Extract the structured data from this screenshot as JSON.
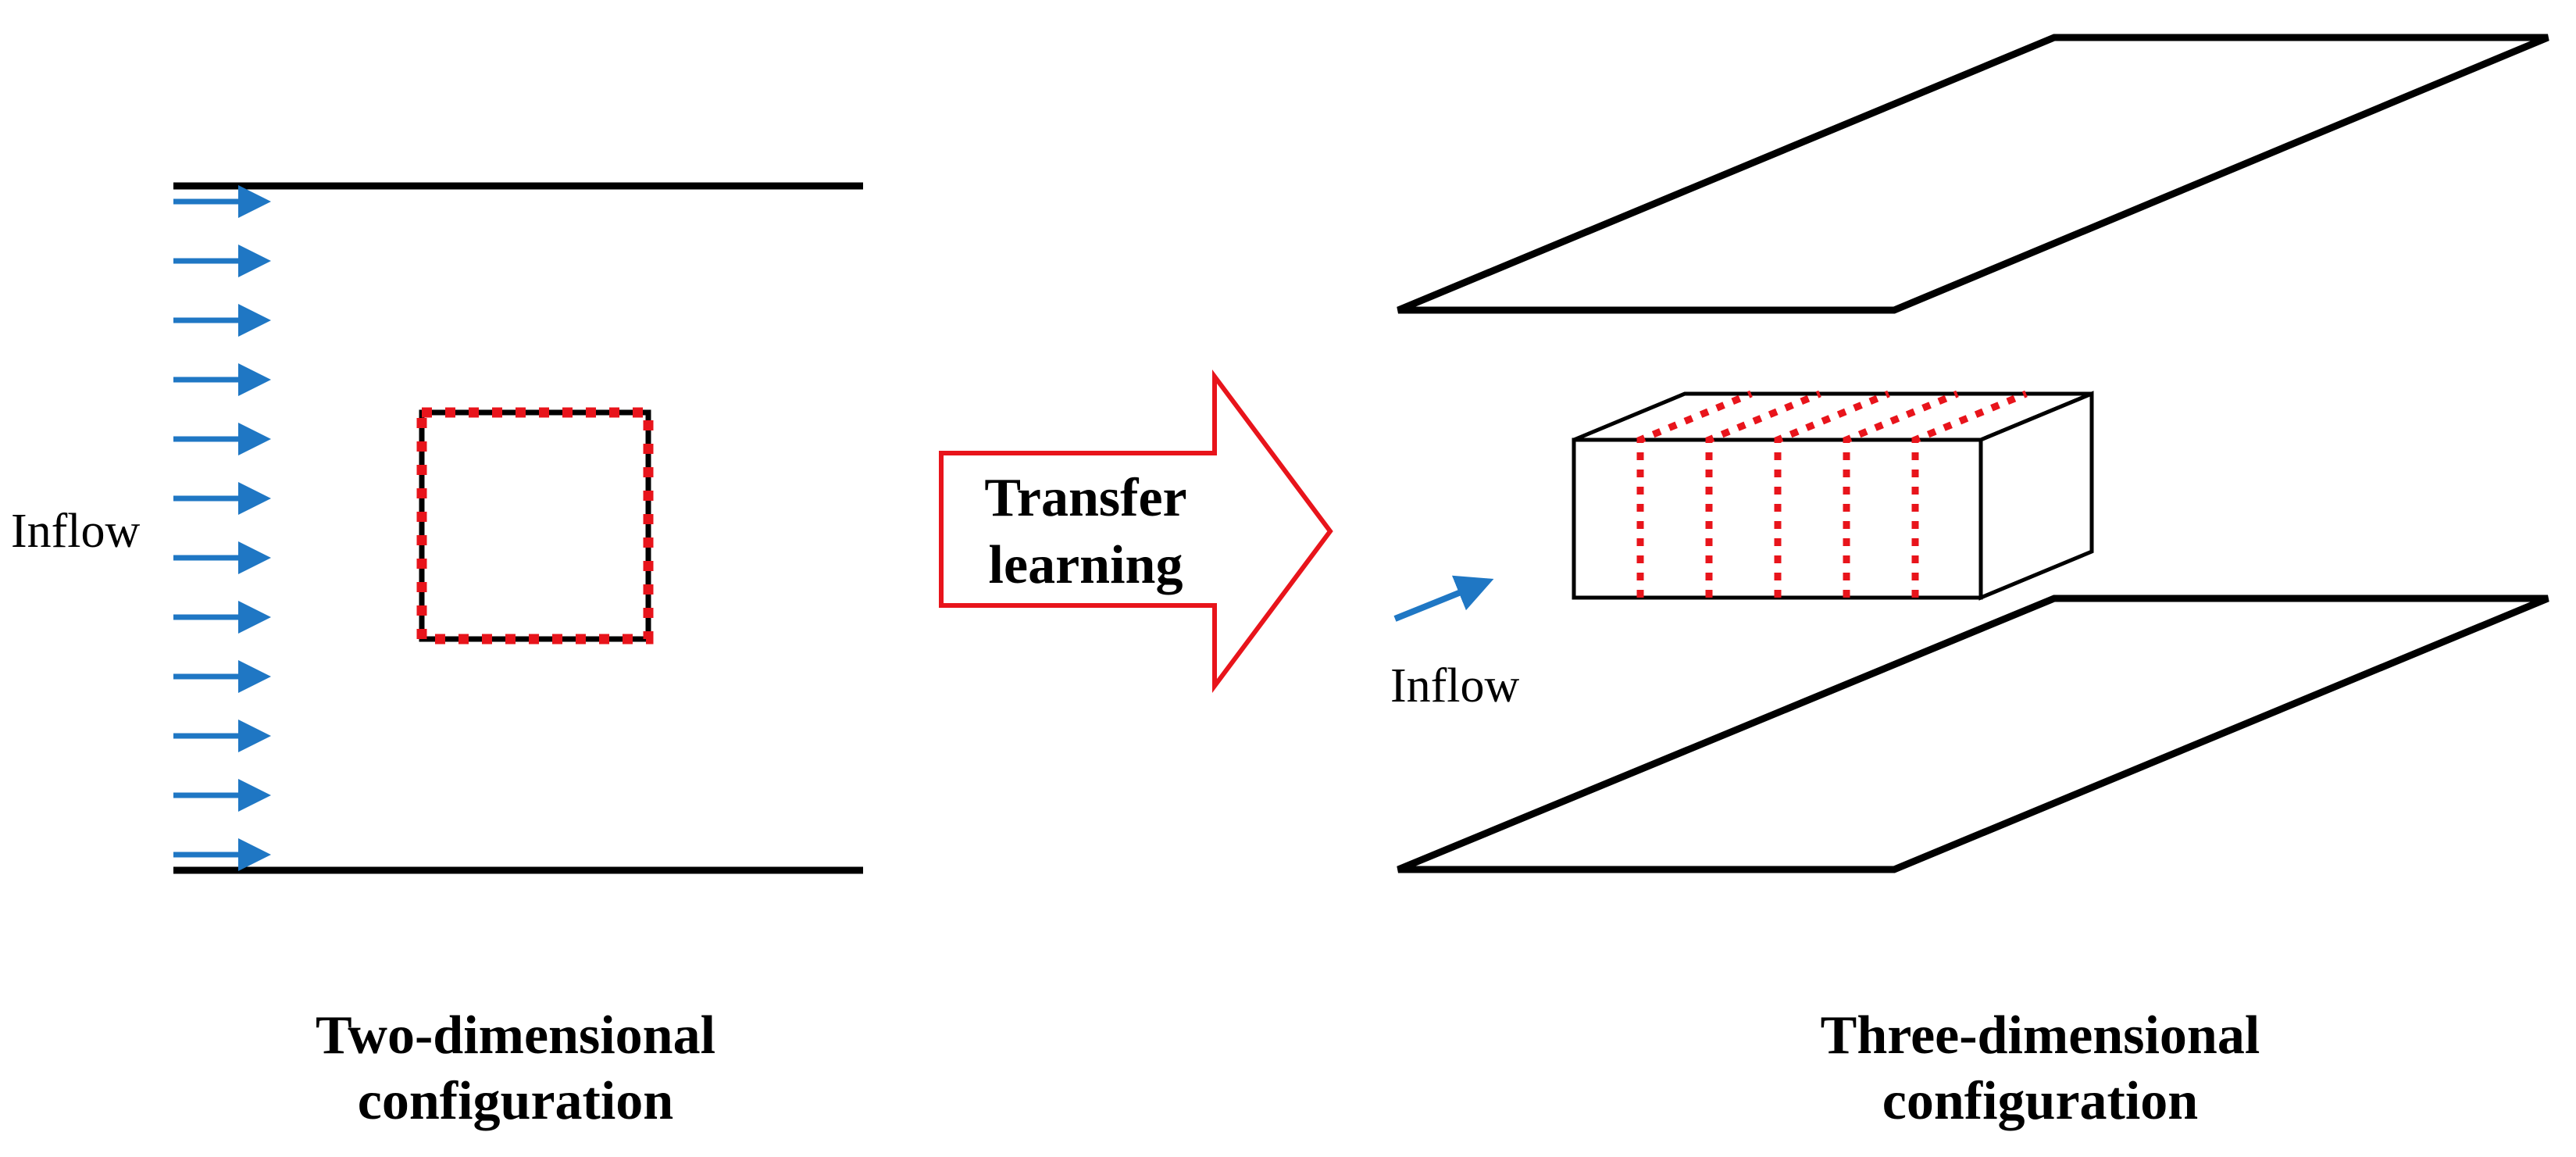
{
  "colors": {
    "line": "#000000",
    "flow_arrow": "#1f77c4",
    "highlight": "#e8141b",
    "background": "#ffffff"
  },
  "left_panel": {
    "inflow_label": "Inflow",
    "caption_line1": "Two-dimensional",
    "caption_line2": "configuration",
    "inflow_arrow_count": 12
  },
  "transfer_arrow": {
    "line1": "Transfer",
    "line2": "learning"
  },
  "right_panel": {
    "inflow_label": "Inflow",
    "caption_line1": "Three-dimensional",
    "caption_line2": "configuration",
    "dotted_section_count": 5
  }
}
